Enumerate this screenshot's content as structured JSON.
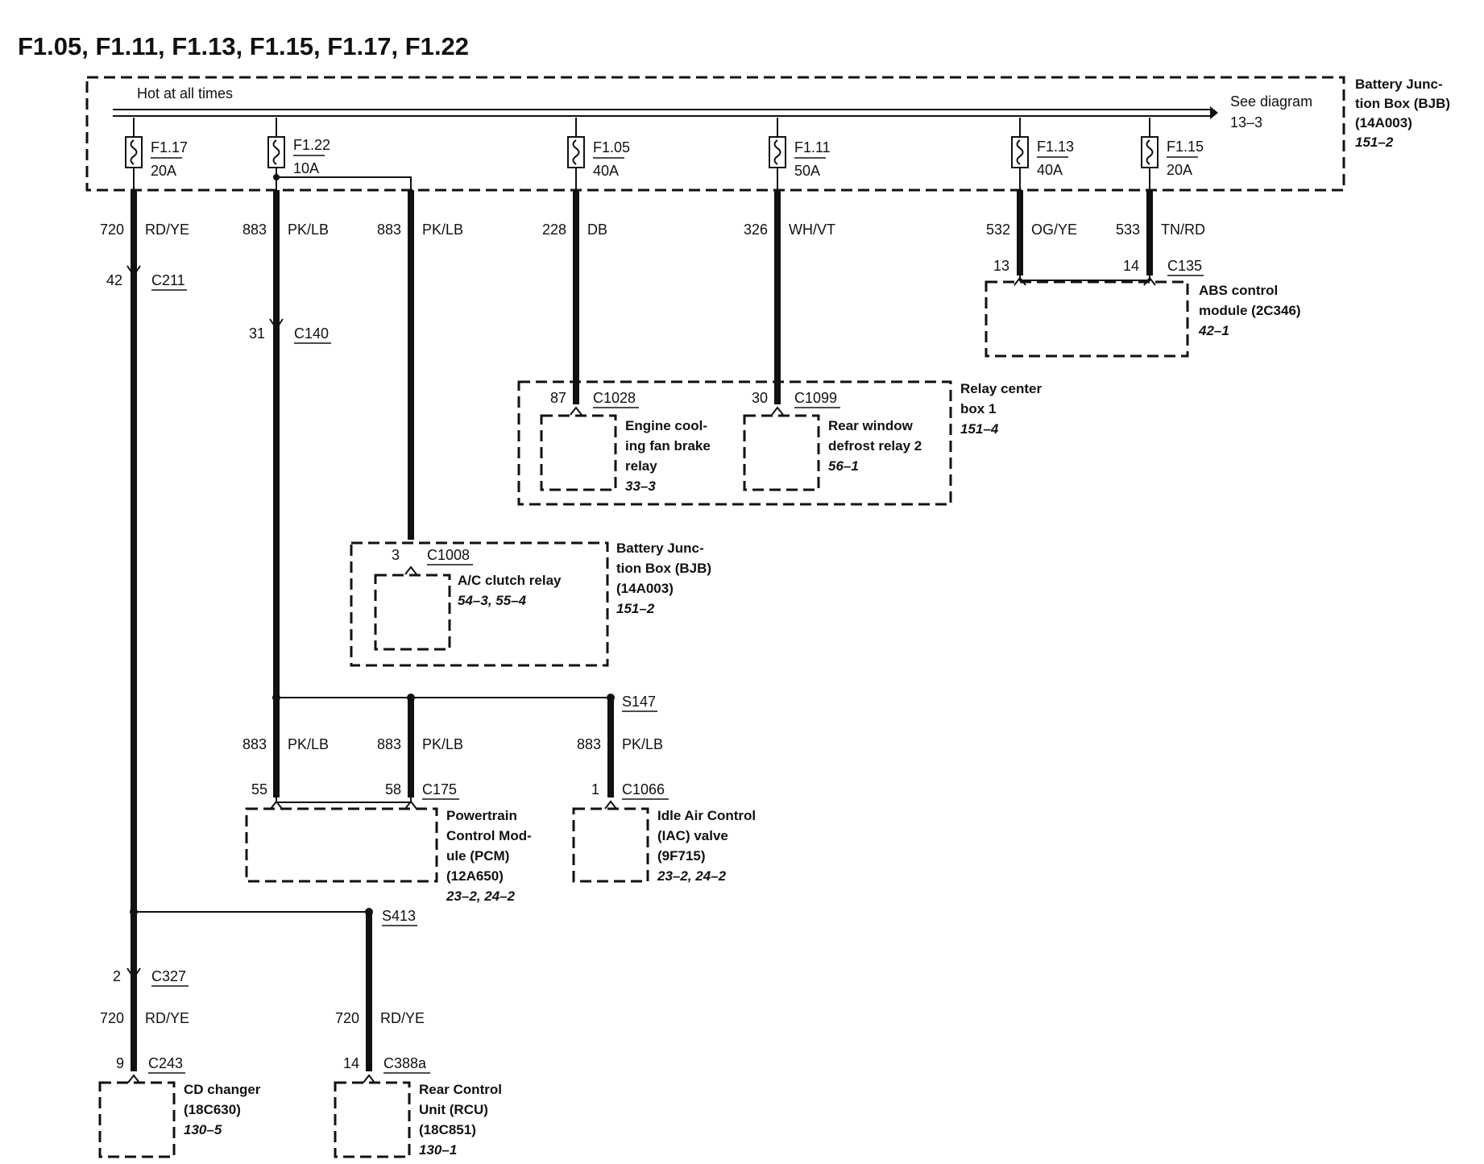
{
  "title": "F1.05, F1.11, F1.13, F1.15, F1.17, F1.22",
  "bus": {
    "label": "Hot at all times",
    "see_diagram": [
      "See diagram",
      "13–3"
    ],
    "bjb": {
      "name": [
        "Battery Junc-",
        "tion Box (BJB)",
        "(14A003)"
      ],
      "ref": "151–2"
    }
  },
  "fuses": [
    {
      "id": "F1.17",
      "rating": "20A"
    },
    {
      "id": "F1.22",
      "rating": "10A"
    },
    {
      "id": "F1.05",
      "rating": "40A"
    },
    {
      "id": "F1.11",
      "rating": "50A"
    },
    {
      "id": "F1.13",
      "rating": "40A"
    },
    {
      "id": "F1.15",
      "rating": "20A"
    }
  ],
  "wires": [
    {
      "circuit": "720",
      "color": "RD/YE"
    },
    {
      "circuit": "883",
      "color": "PK/LB"
    },
    {
      "circuit": "883",
      "color": "PK/LB"
    },
    {
      "circuit": "228",
      "color": "DB"
    },
    {
      "circuit": "326",
      "color": "WH/VT"
    },
    {
      "circuit": "532",
      "color": "OG/YE"
    },
    {
      "circuit": "533",
      "color": "TN/RD"
    },
    {
      "circuit": "883",
      "color": "PK/LB"
    },
    {
      "circuit": "883",
      "color": "PK/LB"
    },
    {
      "circuit": "883",
      "color": "PK/LB"
    },
    {
      "circuit": "720",
      "color": "RD/YE"
    },
    {
      "circuit": "720",
      "color": "RD/YE"
    }
  ],
  "connectors": [
    {
      "pin": "42",
      "id": "C211"
    },
    {
      "pin": "31",
      "id": "C140"
    },
    {
      "pin": "13",
      "id": ""
    },
    {
      "pin": "14",
      "id": "C135"
    },
    {
      "pin": "87",
      "id": "C1028"
    },
    {
      "pin": "30",
      "id": "C1099"
    },
    {
      "pin": "3",
      "id": "C1008"
    },
    {
      "pin": "55",
      "id": ""
    },
    {
      "pin": "58",
      "id": "C175"
    },
    {
      "pin": "1",
      "id": "C1066"
    },
    {
      "pin": "2",
      "id": "C327"
    },
    {
      "pin": "9",
      "id": "C243"
    },
    {
      "pin": "14",
      "id": "C388a"
    }
  ],
  "splices": [
    "S147",
    "S413"
  ],
  "components": [
    {
      "name": [
        "ABS control",
        "module (2C346)"
      ],
      "ref": "42–1"
    },
    {
      "name": [
        "Relay center",
        "box 1"
      ],
      "ref": "151–4"
    },
    {
      "name": [
        "Engine cool-",
        "ing fan brake",
        "relay"
      ],
      "ref": "33–3"
    },
    {
      "name": [
        "Rear window",
        "defrost relay 2"
      ],
      "ref": "56–1"
    },
    {
      "name": [
        "Battery Junc-",
        "tion Box (BJB)",
        "(14A003)"
      ],
      "ref": "151–2"
    },
    {
      "name": [
        "A/C clutch relay"
      ],
      "ref": "54–3, 55–4"
    },
    {
      "name": [
        "Powertrain",
        "Control Mod-",
        "ule (PCM)",
        "(12A650)"
      ],
      "ref": "23–2, 24–2"
    },
    {
      "name": [
        "Idle Air Control",
        "(IAC) valve",
        "(9F715)"
      ],
      "ref": "23–2, 24–2"
    },
    {
      "name": [
        "CD changer",
        "(18C630)"
      ],
      "ref": "130–5"
    },
    {
      "name": [
        "Rear Control",
        "Unit (RCU)",
        "(18C851)"
      ],
      "ref": "130–1"
    }
  ]
}
